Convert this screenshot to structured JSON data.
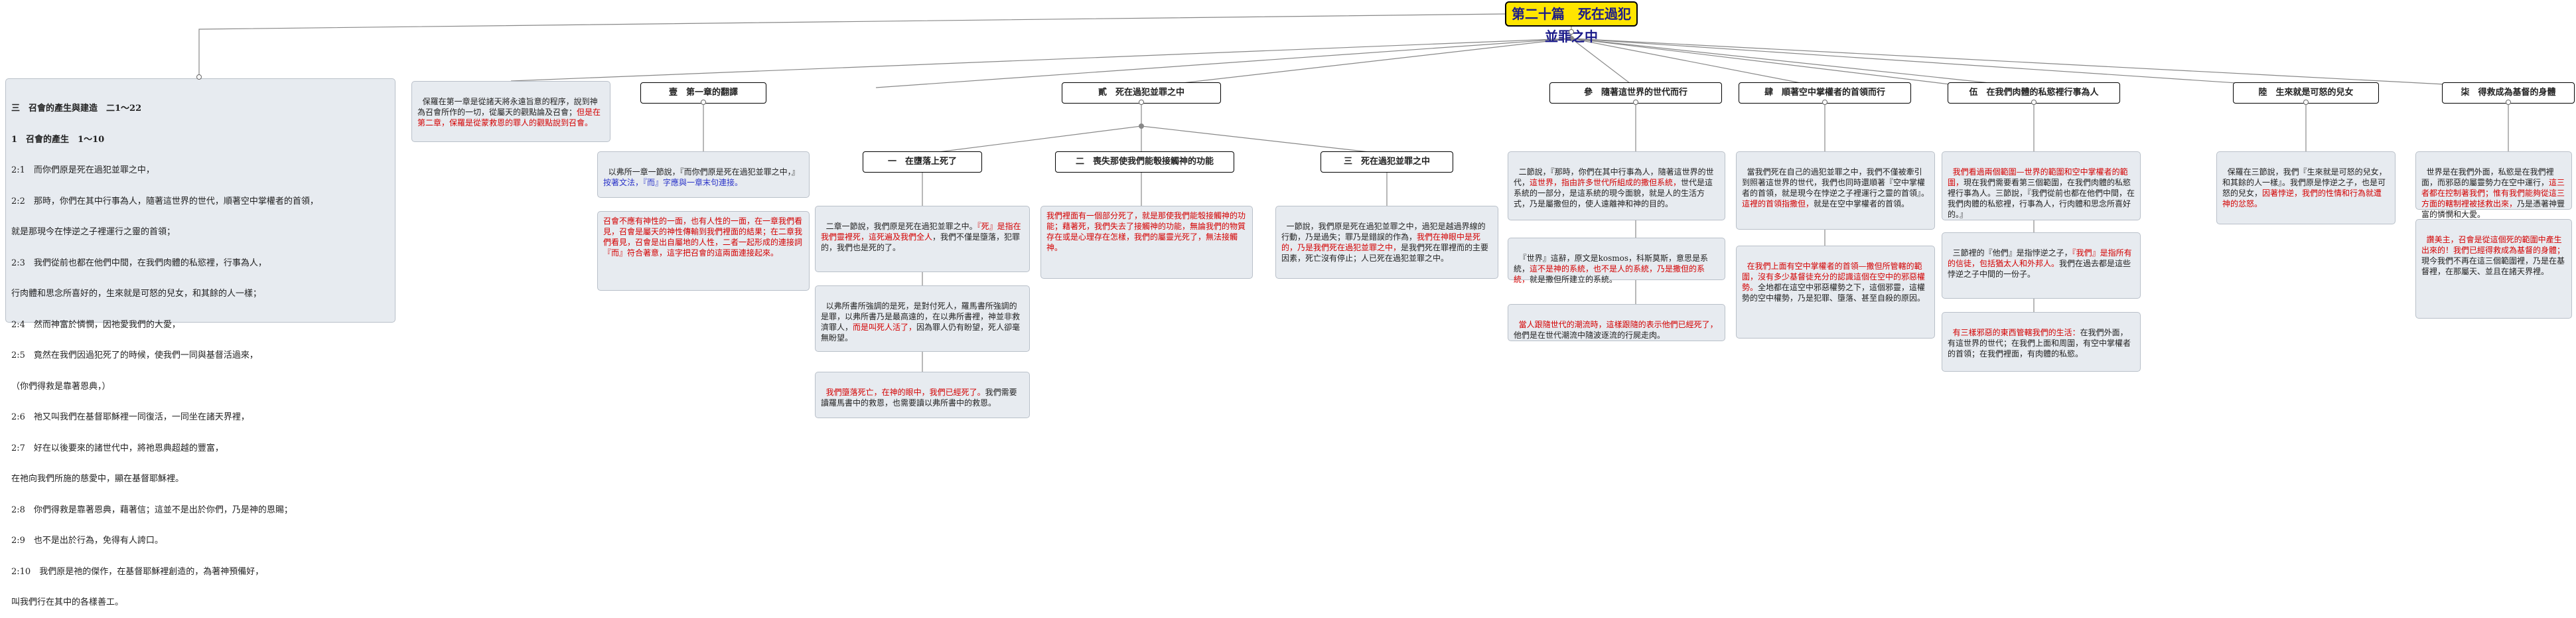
{
  "title": "第二十篇　死在過犯並罪之中",
  "outline": {
    "l1": "三　召會的產生與建造　二1～22",
    "l2": "1　召會的產生　1～10",
    "items": [
      "2:1　而你們原是死在過犯並罪之中，",
      "2:2　那時，你們在其中行事為人，隨著這世界的世代，順著空中掌權者的首領，",
      "就是那現今在悖逆之子裡運行之靈的首領；",
      "2:3　我們從前也都在他們中間，在我們肉體的私慾裡，行事為人，",
      "行肉體和思念所喜好的，生來就是可怒的兒女，和其餘的人一樣；",
      "2:4　然而神富於憐憫，因祂愛我們的大愛，",
      "2:5　竟然在我們因過犯死了的時候，使我們一同與基督活過來，",
      "（你們得救是靠著恩典，）",
      "2:6　祂又叫我們在基督耶穌裡一同復活，一同坐在諸天界裡，",
      "2:7　好在以後要來的諸世代中，將祂恩典超越的豐富，",
      "在祂向我們所施的慈愛中，顯在基督耶穌裡。",
      "2:8　你們得救是靠著恩典，藉著信；這並不是出於你們，乃是神的恩賜；",
      "2:9　也不是出於行為，免得有人誇口。",
      "2:10　我們原是祂的傑作，在基督耶穌裡創造的，為著神預備好，",
      "叫我們行在其中的各樣善工。"
    ]
  },
  "intro": {
    "black": "保羅在第一章是從諸天將永遠旨意的程序，說到神為召會所作的一切，從屬天的觀點論及召會；",
    "red": "但是在第二章，保羅是從蒙救恩的罪人的觀點說到召會。"
  },
  "sec1": {
    "title": "壹　第一章的翻譯",
    "black": "以弗所一章一節說，『而你們原是死在過犯並罪之中，』",
    "blue": "按著文法，『而』字應與一章末句連接。",
    "red": "召會不應有神性的一面，也有人性的一面，在一章我們看見，召會是屬天的神性傳輸到我們裡面的結果；在二章我們看見，召會是出自屬地的人性，二者一起形成的連接詞『而』符合著意，這字把召會的這兩面連接起來。"
  },
  "sec2": {
    "title": "貳　死在過犯並罪之中",
    "a": {
      "title": "一　在墮落上死了",
      "p1a": "二章一節說，我們原是死在過犯並罪之中。",
      "p1red": "『死』是指在我們靈裡死，這死遍及我們全人",
      "p1b": "，我們不僅是墮落，犯罪的，我們也是死的了。",
      "p2a": "以弗所書所強調的是死，是對付死人，羅馬書所強調的是罪，以弗所書乃是最高遠的，在以弗所書裡，神並非救濟罪人，",
      "p2red": "而是叫死人活了，",
      "p2b": "因為罪人仍有盼望，死人卻毫無盼望。",
      "p3red": "我們墮落死亡，在神的眼中，我們已經死了。",
      "p3b": "我們需要讀羅馬書中的救恩，也需要讀以弗所書中的救恩。"
    },
    "b": {
      "title": "二　喪失那使我們能彀接觸神的功能",
      "red": "我們裡面有一個部分死了，就是那使我們能彀接觸神的功能；藉著死，我們失去了接觸神的功能，無論我們的物質存在或是心理存在怎樣，我們的屬靈光死了，無法接觸神。"
    },
    "c": {
      "title": "三　死在過犯並罪之中",
      "black": "一節說，我們原是死在過犯並罪之中，過犯是越過界線的行動，乃是過失；罪乃是錯誤的作為，",
      "red": "我們在神眼中是死的，乃是我們死在過犯並罪之中，",
      "tail": "是我們死在罪裡而的主要因素，死亡沒有停止；人已死在過犯並罪之中。"
    }
  },
  "sec3": {
    "title": "參　隨著這世界的世代而行",
    "b1": "二節說，『那時，你們在其中行事為人，隨著這世界的世代，",
    "r1": "這世界，指由許多世代所組成的撒但系統，",
    "b2": "世代是這系統的一部分，是這系統的現今面貌，就是人的生活方式，乃是屬撒但的，使人遠離神和神的目的。",
    "b3": "『世界』這辭，原文是kosmos，科斯莫斯，意思是系統，",
    "r2": "這不是神的系統，也不是人的系統，乃是撒但的系統，",
    "b4": "就是撒但所建立的系統。",
    "r3": "當人跟隨世代的潮流時，這樣跟隨的表示他們已經死了，",
    "b5": "他們是在世代潮流中隨波逐流的行屍走肉。"
  },
  "sec4": {
    "title": "肆　順著空中掌權者的首領而行",
    "b1": "當我們死在自己的過犯並罪之中，我們不僅被牽引到照著這世界的世代，我們也同時還順著『空中掌權者的首領，就是現今在悖逆之子裡運行之靈的首領』。",
    "r1": "這裡的首領指撒但，",
    "b2": "就是在空中掌權者的首領。",
    "r2": "在我們上面有空中掌權者的首領—撒但所管轄的範圍，沒有多少基督徒充分的認識這個在空中的邪惡權勢。",
    "b3": "全地都在這空中邪惡權勢之下，這個邪靈，這權勢的空中權勢，乃是犯罪、墮落、甚至自殺的原因。"
  },
  "sec5": {
    "title": "伍　在我們肉體的私慾裡行事為人",
    "r1": "我們看過兩個範圍—世界的範圍和空中掌權者的範圍，",
    "b1": "現在我們需要看第三個範圍，在我們肉體的私慾裡行事為人。三節說，『我們從前也都在他們中間，在我們肉體的私慾裡，行事為人，行肉體和思念所喜好的。』",
    "b2": "三節裡的『他們』是指悖逆之子，",
    "r2": "『我們』是指所有的信徒，包括猶太人和外邦人。",
    "b3": "我們在過去都是這些悖逆之子中間的一份子。",
    "r3": "有三樣邪惡的東西管轄我們的生活：",
    "b4": "在我們外面，有這世界的世代；在我們上面和周圍，有空中掌權者的首領；在我們裡面，有肉體的私慾。"
  },
  "sec6": {
    "title": "陸　生來就是可怒的兒女",
    "b1": "保羅在三節說，我們『生來就是可怒的兒女，和其餘的人一樣』。",
    "b2": "我們原是悖逆之子，也是可怒的兒女，",
    "r1": "因著悖逆，我們的性情和行為就遭神的忿怒。"
  },
  "sec7": {
    "title": "柒　得救成為基督的身體",
    "b1": "世界是在我們外面，私慾是在我們裡面，而邪惡的屬靈勢力在空中運行，",
    "r1": "這三者都在控制著我們；惟有我們能夠從這三方面的轄制裡被拯救出來，",
    "b2": "乃是憑著神豐富的憐憫和大愛。",
    "r2": "讚美主，召會是從這個死的範圍中產生出來的！我們已經得救成為基督的身體；",
    "b3": "現今我們不再在這三個範圍裡，乃是在基督裡，在那屬天、並且在諸天界裡。"
  },
  "colors": {
    "root_fill": "#ffe500",
    "root_text": "#1a1a8a",
    "node_fill": "#e7ebf0",
    "highlight_red": "#d40000",
    "highlight_blue": "#2a33c8",
    "connector": "#888888"
  }
}
